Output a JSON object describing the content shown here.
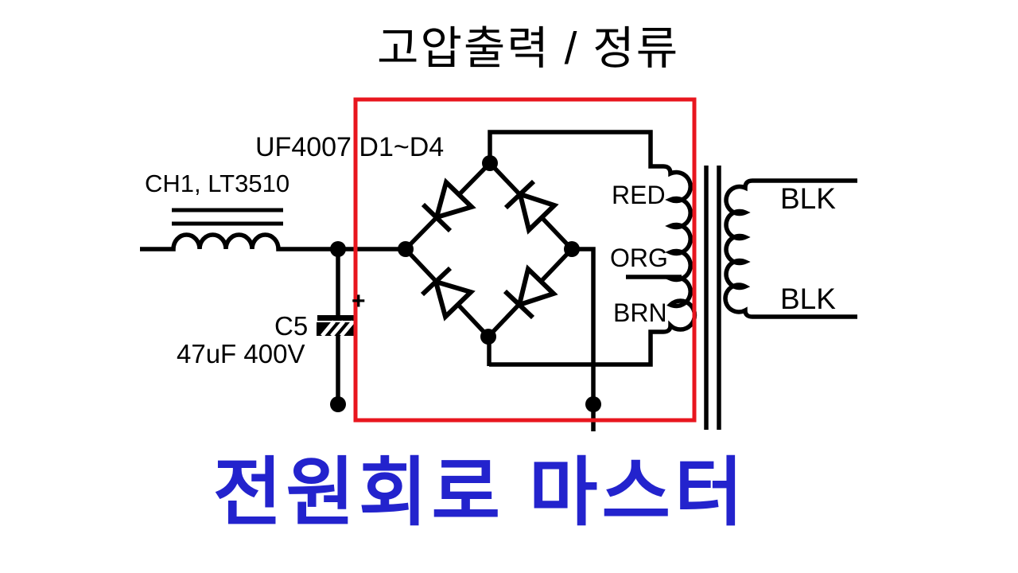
{
  "diagram": {
    "title": "고압출력 / 정류",
    "caption": "전원회로 마스터",
    "labels": {
      "inductor": "CH1, LT3510",
      "diode_set": "UF4007 D1~D4",
      "capacitor_name": "C5",
      "capacitor_value": "47uF 400V",
      "capacitor_polarity": "+",
      "wire_red": "RED",
      "wire_org": "ORG",
      "wire_brn": "BRN",
      "wire_blk_top": "BLK",
      "wire_blk_bottom": "BLK"
    },
    "colors": {
      "highlight_box": "#e8161e",
      "caption_blue": "#2323cd",
      "line_black": "#000000"
    }
  }
}
